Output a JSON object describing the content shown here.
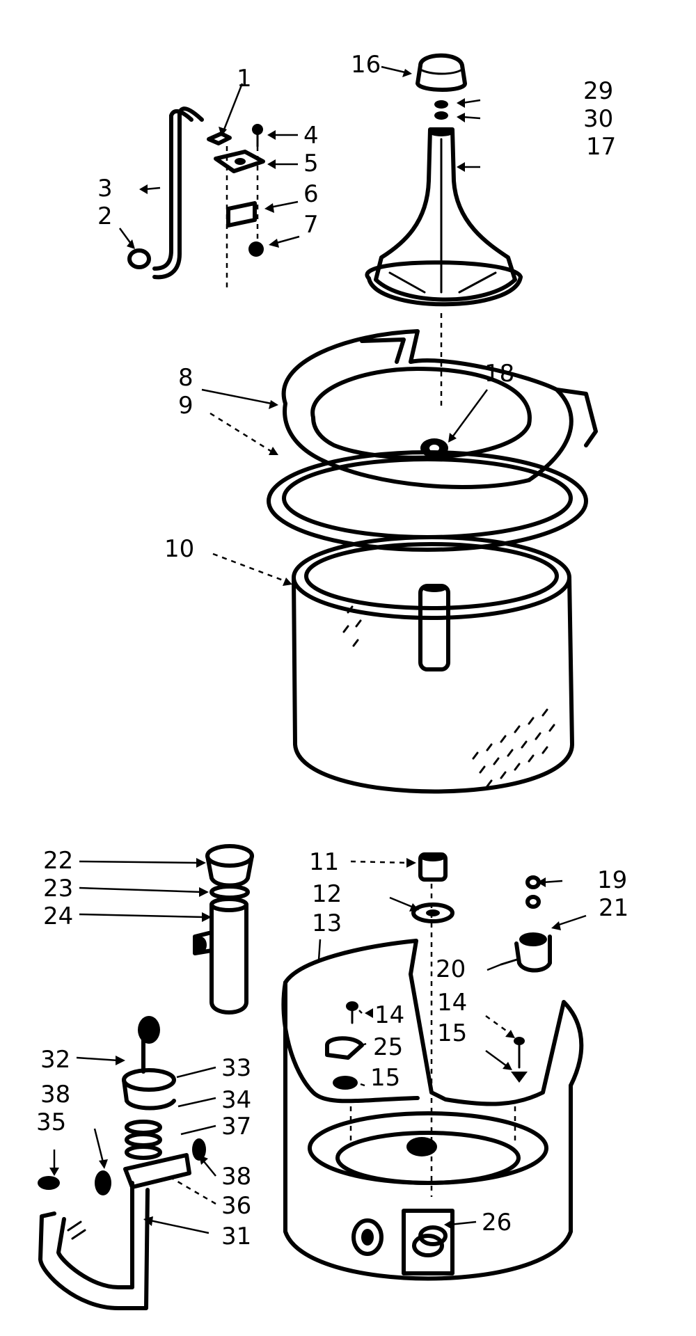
{
  "callouts": [
    {
      "id": "c1",
      "text": "1"
    },
    {
      "id": "c2",
      "text": "2"
    },
    {
      "id": "c3",
      "text": "3"
    },
    {
      "id": "c4",
      "text": "4"
    },
    {
      "id": "c5",
      "text": "5"
    },
    {
      "id": "c6",
      "text": "6"
    },
    {
      "id": "c7",
      "text": "7"
    },
    {
      "id": "c16",
      "text": "16"
    },
    {
      "id": "c29",
      "text": "29"
    },
    {
      "id": "c30",
      "text": "30"
    },
    {
      "id": "c17",
      "text": "17"
    },
    {
      "id": "c8",
      "text": "8"
    },
    {
      "id": "c9",
      "text": "9"
    },
    {
      "id": "c18",
      "text": "18"
    },
    {
      "id": "c10",
      "text": "10"
    },
    {
      "id": "c22",
      "text": "22"
    },
    {
      "id": "c23",
      "text": "23"
    },
    {
      "id": "c24",
      "text": "24"
    },
    {
      "id": "c11",
      "text": "11"
    },
    {
      "id": "c12",
      "text": "12"
    },
    {
      "id": "c13",
      "text": "13"
    },
    {
      "id": "c19",
      "text": "19"
    },
    {
      "id": "c21",
      "text": "21"
    },
    {
      "id": "c20",
      "text": "20"
    },
    {
      "id": "c14a",
      "text": "14"
    },
    {
      "id": "c14b",
      "text": "14"
    },
    {
      "id": "c15a",
      "text": "15"
    },
    {
      "id": "c15b",
      "text": "15"
    },
    {
      "id": "c25",
      "text": "25"
    },
    {
      "id": "c32",
      "text": "32"
    },
    {
      "id": "c33",
      "text": "33"
    },
    {
      "id": "c38a",
      "text": "38"
    },
    {
      "id": "c34",
      "text": "34"
    },
    {
      "id": "c35",
      "text": "35"
    },
    {
      "id": "c37",
      "text": "37"
    },
    {
      "id": "c38b",
      "text": "38"
    },
    {
      "id": "c36",
      "text": "36"
    },
    {
      "id": "c26",
      "text": "26"
    },
    {
      "id": "c31",
      "text": "31"
    }
  ]
}
